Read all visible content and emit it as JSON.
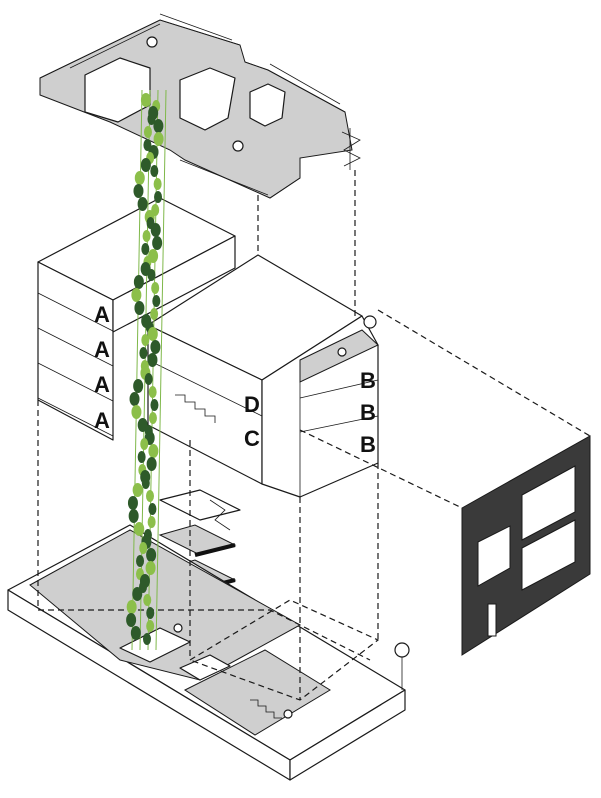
{
  "units": {
    "a": "A",
    "b": "B",
    "c": "C",
    "d": "D"
  },
  "colors": {
    "leaf_dark": "#2e5a2a",
    "leaf_light": "#8cbf4a",
    "vine_line": "#7fb84a",
    "floor_grey": "#cfcfcf",
    "facade_panel": "#3a3a3a"
  }
}
